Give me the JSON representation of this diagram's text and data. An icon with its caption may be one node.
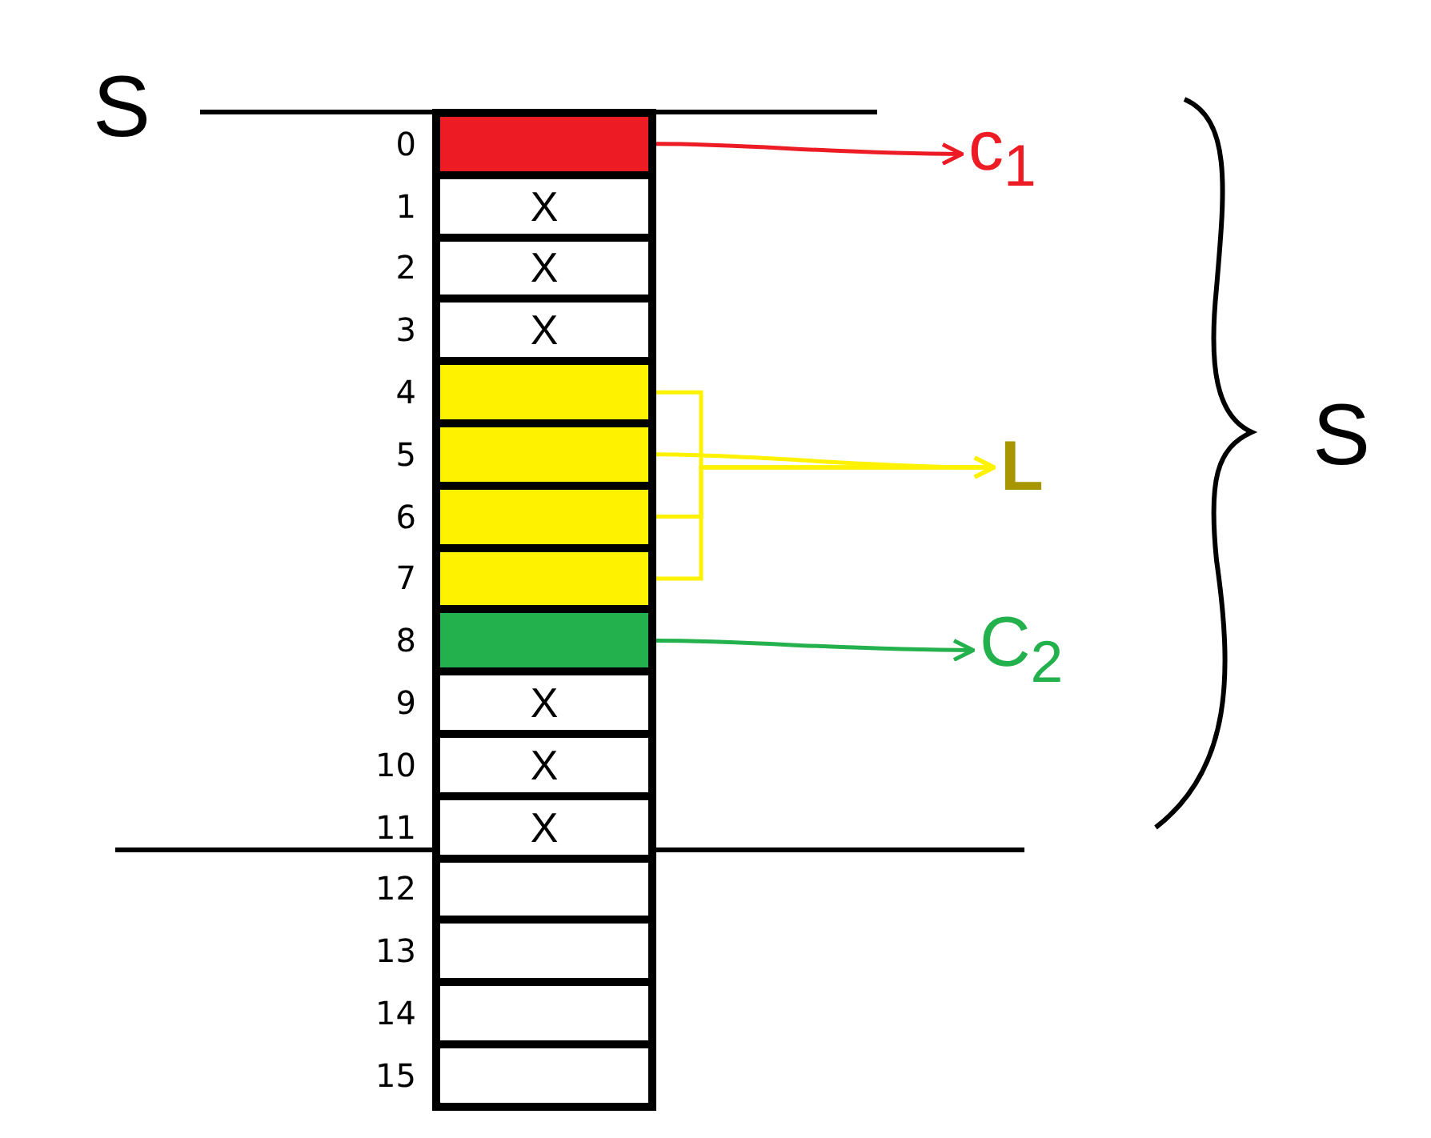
{
  "diagram": {
    "nodes": [
      {
        "text": [],
        "shape": "box",
        "beside": [
          "0"
        ]
      },
      {
        "text": [
          "X"
        ],
        "beside": [
          "1"
        ]
      },
      {
        "text": [
          "X"
        ],
        "beside": [
          "2"
        ]
      },
      {
        "text": [
          "X"
        ],
        "beside": [
          "3"
        ]
      },
      {
        "text": [],
        "shape": "box",
        "beside": [
          "4"
        ]
      },
      {
        "text": [],
        "shape": "box",
        "beside": [
          "5"
        ]
      },
      {
        "text": [],
        "shape": "box",
        "beside": [
          "6"
        ]
      },
      {
        "text": [],
        "shape": "box",
        "beside": [
          "7"
        ]
      },
      {
        "text": [],
        "shape": "box",
        "beside": [
          "8"
        ]
      },
      {
        "text": [
          "X"
        ],
        "beside": [
          "9"
        ]
      },
      {
        "text": [
          "X"
        ],
        "beside": [
          "10"
        ]
      },
      {
        "text": [
          "X"
        ],
        "beside": [
          "11"
        ]
      },
      {
        "text": [],
        "shape": "box",
        "beside": [
          "12"
        ]
      },
      {
        "text": [],
        "shape": "box",
        "beside": [
          "13"
        ]
      },
      {
        "text": [],
        "shape": "box",
        "beside": [
          "14"
        ]
      },
      {
        "text": [],
        "shape": "box",
        "beside": [
          "15"
        ]
      },
      {
        "text": [
          "c$_{1}$"
        ]
      },
      {
        "text": [
          "L"
        ]
      },
      {
        "text": [
          "C$_{2}$"
        ]
      }
    ],
    "edges": [
      {
        "from": 0,
        "to": 16,
        "arrow": "to",
        "color": "#ed1c24"
      },
      {
        "from": 4,
        "to": 17,
        "arrow": "to",
        "color": "#fff200"
      },
      {
        "from": 5,
        "to": 17,
        "arrow": "to",
        "color": "#fff200"
      },
      {
        "from": 6,
        "to": 17,
        "arrow": "to",
        "color": "#fff200"
      },
      {
        "from": 7,
        "to": 17,
        "arrow": "to",
        "color": "#fff200"
      },
      {
        "from": 8,
        "to": 18,
        "arrow": "to",
        "color": "#22b14c"
      }
    ],
    "labels": [
      "S",
      "S"
    ]
  }
}
